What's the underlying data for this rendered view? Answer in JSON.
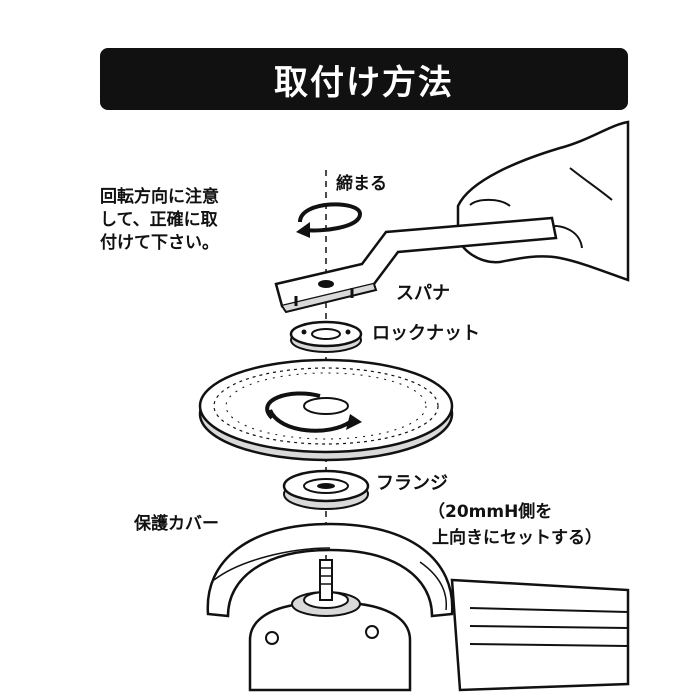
{
  "title": "取付け方法",
  "instruction": {
    "lines": [
      "回転方向に注意",
      "して、正確に取",
      "付けて下さい。"
    ]
  },
  "labels": {
    "tighten": "締まる",
    "spanner": "スパナ",
    "lock_nut": "ロックナット",
    "flange": "フランジ",
    "guard": "保護カバー",
    "flange_note_1": "（20mmH側を",
    "flange_note_2": "上向きにセットする）"
  },
  "colors": {
    "ink": "#111111",
    "paper": "#ffffff",
    "shade": "#d9d9d9"
  }
}
